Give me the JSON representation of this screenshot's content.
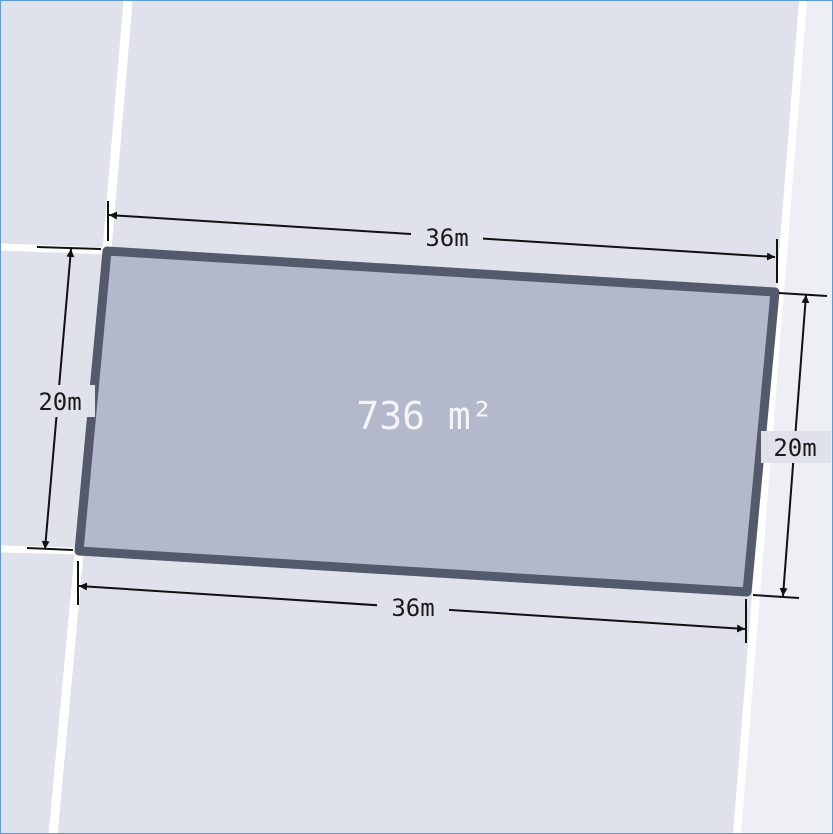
{
  "map": {
    "plot": {
      "area_label": "736 m²",
      "dimensions": {
        "top": "36m",
        "bottom": "36m",
        "left": "20m",
        "right": "20m"
      }
    },
    "colors": {
      "parcel_fill": "#dde0e9",
      "plot_fill": "#b3b9ca",
      "plot_outline": "#535a6c",
      "boundary": "#ffffff",
      "frame_border": "#5b9bd5",
      "dimension_line": "#111111"
    }
  }
}
